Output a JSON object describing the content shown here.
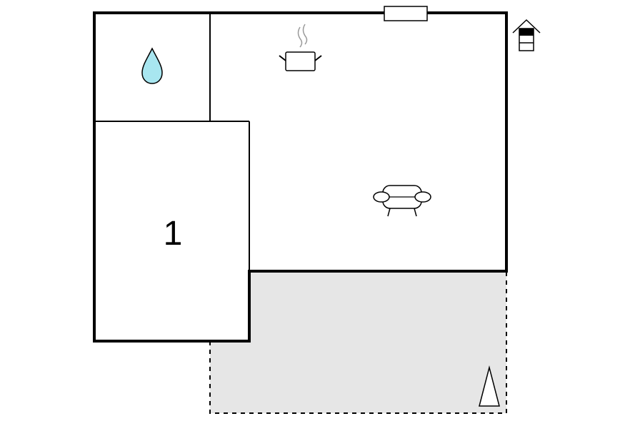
{
  "floorplan": {
    "rooms": [
      {
        "id": "bathroom",
        "icon": "water-drop-icon"
      },
      {
        "id": "kitchen-living",
        "icons": [
          "cooking-pot-icon",
          "sofa-icon"
        ]
      },
      {
        "id": "bedroom",
        "label": "1"
      }
    ],
    "terrace": {
      "icon": "parasol-icon"
    },
    "window": {
      "icon": "window-icon"
    },
    "floor_indicator": {
      "icon": "floor-level-house-icon"
    }
  },
  "colors": {
    "wall": "#000000",
    "background": "#ffffff",
    "terrace_fill": "#e6e6e6",
    "water_fill": "#a8e6f0",
    "steam": "#9a9a9a"
  }
}
